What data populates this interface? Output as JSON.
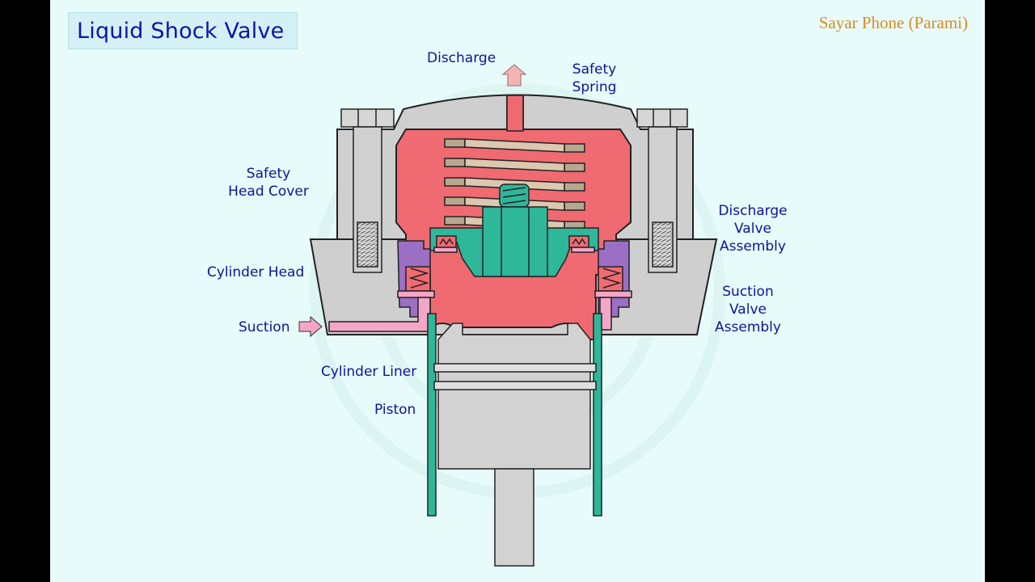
{
  "title": "Liquid Shock Valve",
  "author": "Sayar Phone (Parami)",
  "labels": {
    "discharge": "Discharge",
    "safety_spring": [
      "Safety",
      "Spring"
    ],
    "safety_head_cover": [
      "Safety",
      "Head Cover"
    ],
    "discharge_valve_assembly": [
      "Discharge",
      "Valve",
      "Assembly"
    ],
    "cylinder_head": "Cylinder Head",
    "suction_valve_assembly": [
      "Suction",
      "Valve",
      "Assembly"
    ],
    "suction": "Suction",
    "cylinder_liner": "Cylinder Liner",
    "piston": "Piston"
  },
  "colors": {
    "background": "#e6fbfa",
    "title_text": "#1212a8",
    "label_text": "#12129a",
    "author_text": "#e08a1e",
    "steel_grey": "#cfcfcf",
    "discharge_red": "#f06a72",
    "valve_green": "#2fb79a",
    "seat_purple": "#9b6fc4",
    "suction_pink": "#f4a6c6",
    "spring_tan": "#dcc7b0"
  },
  "icons": [
    "discharge-arrow-icon",
    "suction-arrow-icon"
  ]
}
